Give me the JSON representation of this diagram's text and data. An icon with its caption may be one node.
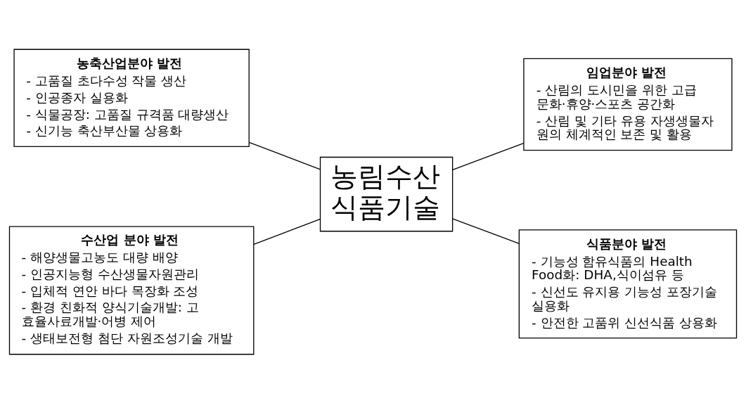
{
  "diagram": {
    "nodes": [
      {
        "text": [
          "농축산업분야 발전",
          "- 고품질 초다수성 작물 생산",
          "- 인공종자 실용화",
          "- 식물공장: 고품질 규격품 대량생산",
          "- 신기능 축산부산물 상용화"
        ]
      },
      {
        "text": [
          "임업분야 발전",
          "- 산림의 도시민을 위한 고급 문화·휴양·스포츠 공간화",
          "- 산림 및 기타 유용 자생생물자 원의 체계적인 보존 및 활용"
        ]
      },
      {
        "text": [
          "농림수산 식품기술"
        ]
      },
      {
        "text": [
          "수산업 분야 발전",
          "- 해양생물고농도 대량 배양",
          "- 인공지능형 수산생물자원관리",
          "- 입체적 연안 바다 목장화 조성",
          "- 환경 친화적 양식기술개발: 고 효율사료개발·어병 제어",
          "- 생태보전형 첨단 자원조성기술 개발"
        ]
      },
      {
        "text": [
          "식품분야 발전",
          "- 기능성 함유식품의 Health Food화: DHA,식이섬유 등",
          "- 신선도 유지용 기능성 포장기술 실용화",
          "- 안전한 고품위 신선식품 상용화"
        ]
      }
    ],
    "edges": [
      {
        "from": 0,
        "to": 2,
        "arrow": "none"
      },
      {
        "from": 2,
        "to": 1,
        "arrow": "none"
      },
      {
        "from": 3,
        "to": 2,
        "arrow": "none"
      },
      {
        "from": 2,
        "to": 4,
        "arrow": "none"
      }
    ]
  }
}
